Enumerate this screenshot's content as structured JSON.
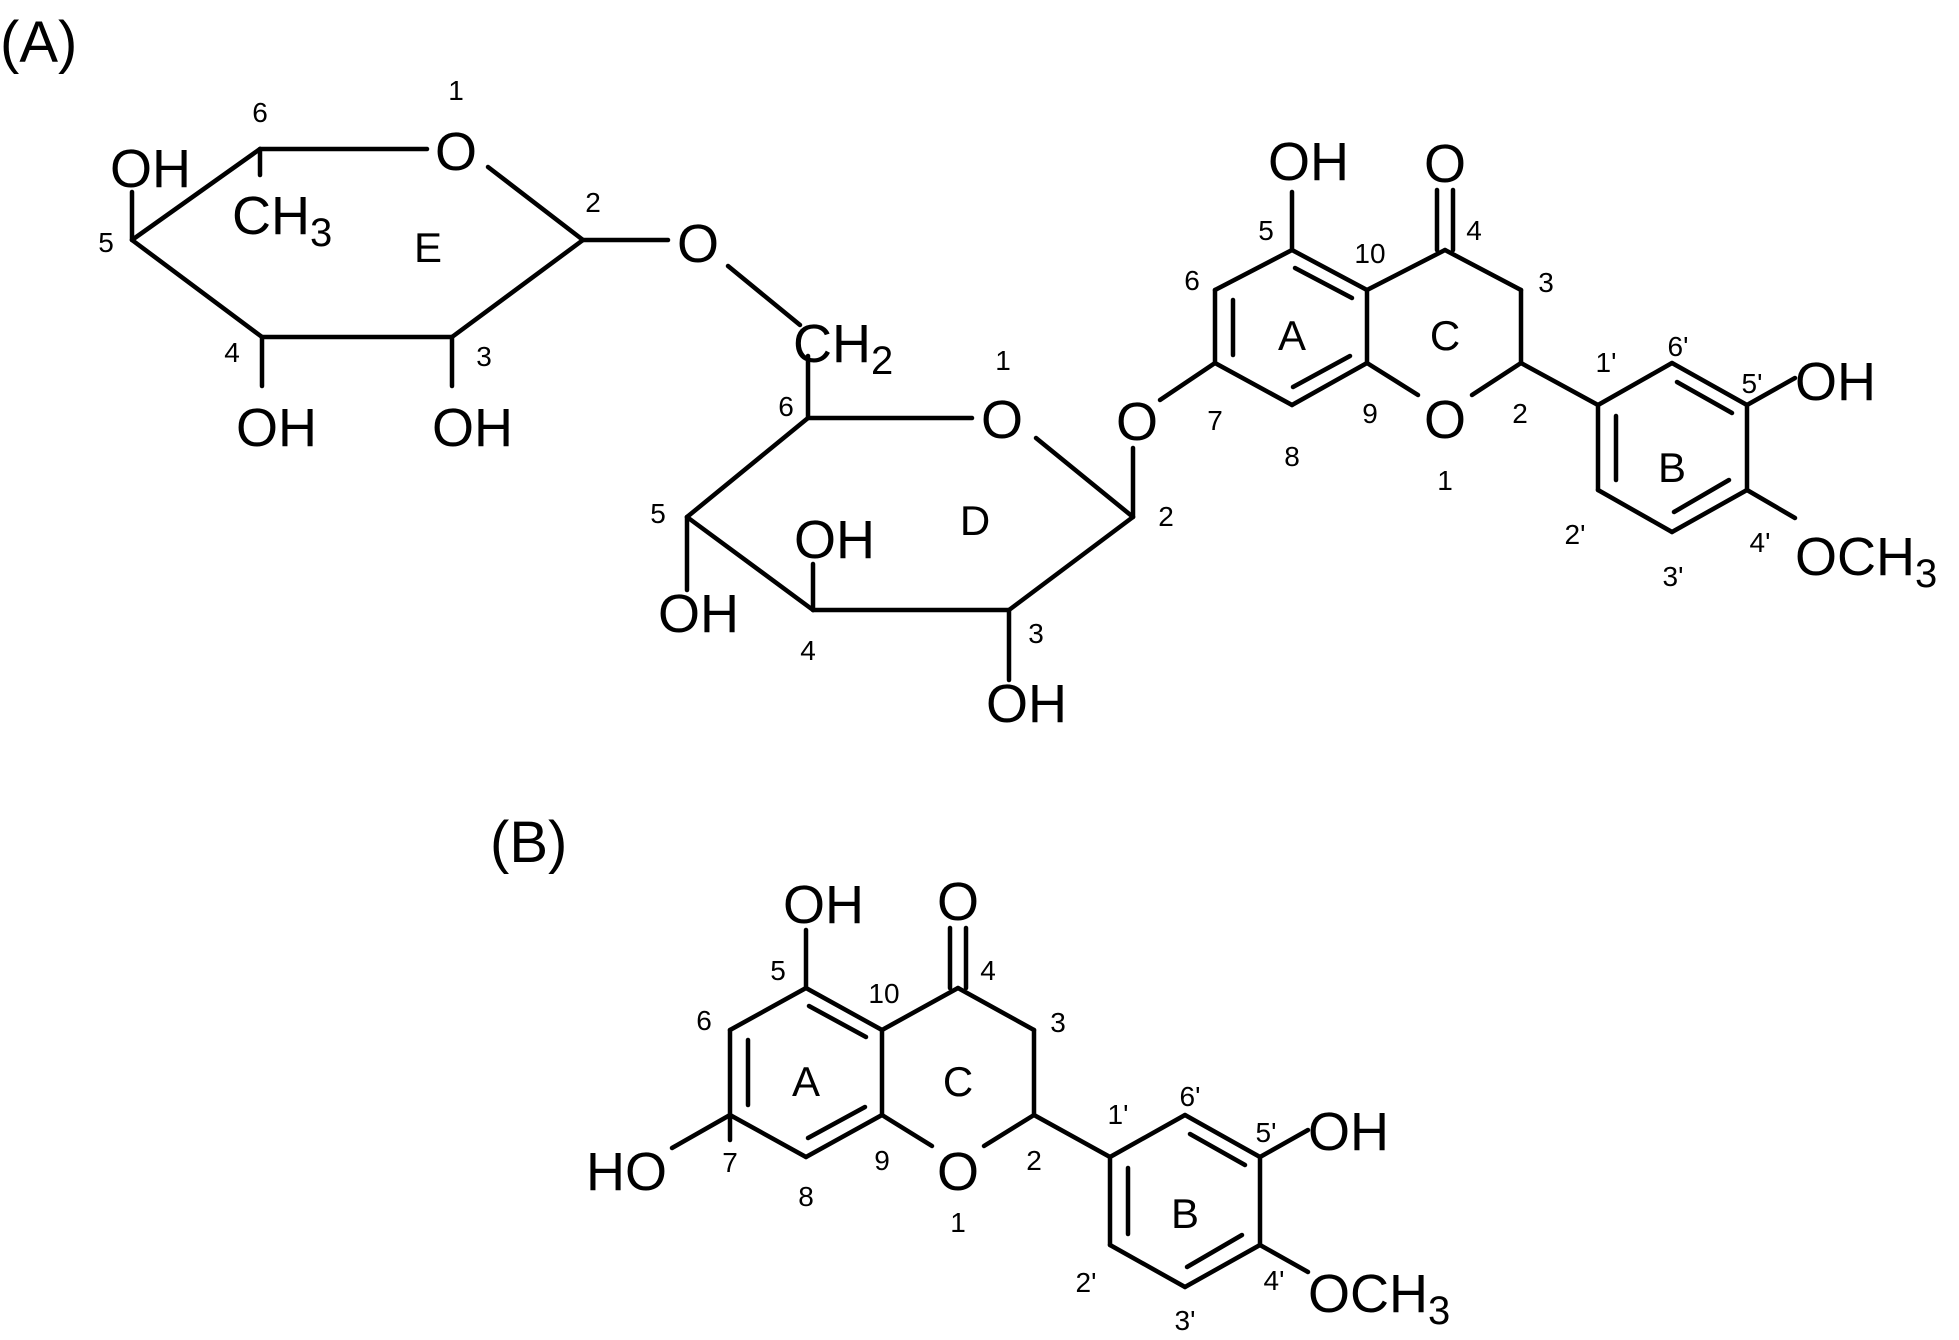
{
  "panels": {
    "a": "(A)",
    "b": "(B)"
  },
  "atoms": {
    "O": "O",
    "OH": "OH",
    "HO": "HO",
    "C": "C",
    "H": "H",
    "sub2": "2",
    "sub3": "3",
    "OC": "OC",
    "CH": "CH"
  },
  "rings": {
    "a": "A",
    "b": "B",
    "c": "C",
    "d": "D",
    "e": "E"
  },
  "positions": {
    "p1": "1",
    "p2": "2",
    "p3": "3",
    "p4": "4",
    "p5": "5",
    "p6": "6",
    "p7": "7",
    "p8": "8",
    "p9": "9",
    "p10": "10",
    "p1p": "1'",
    "p2p": "2'",
    "p3p": "3'",
    "p4p": "4'",
    "p5p": "5'",
    "p6p": "6'"
  }
}
